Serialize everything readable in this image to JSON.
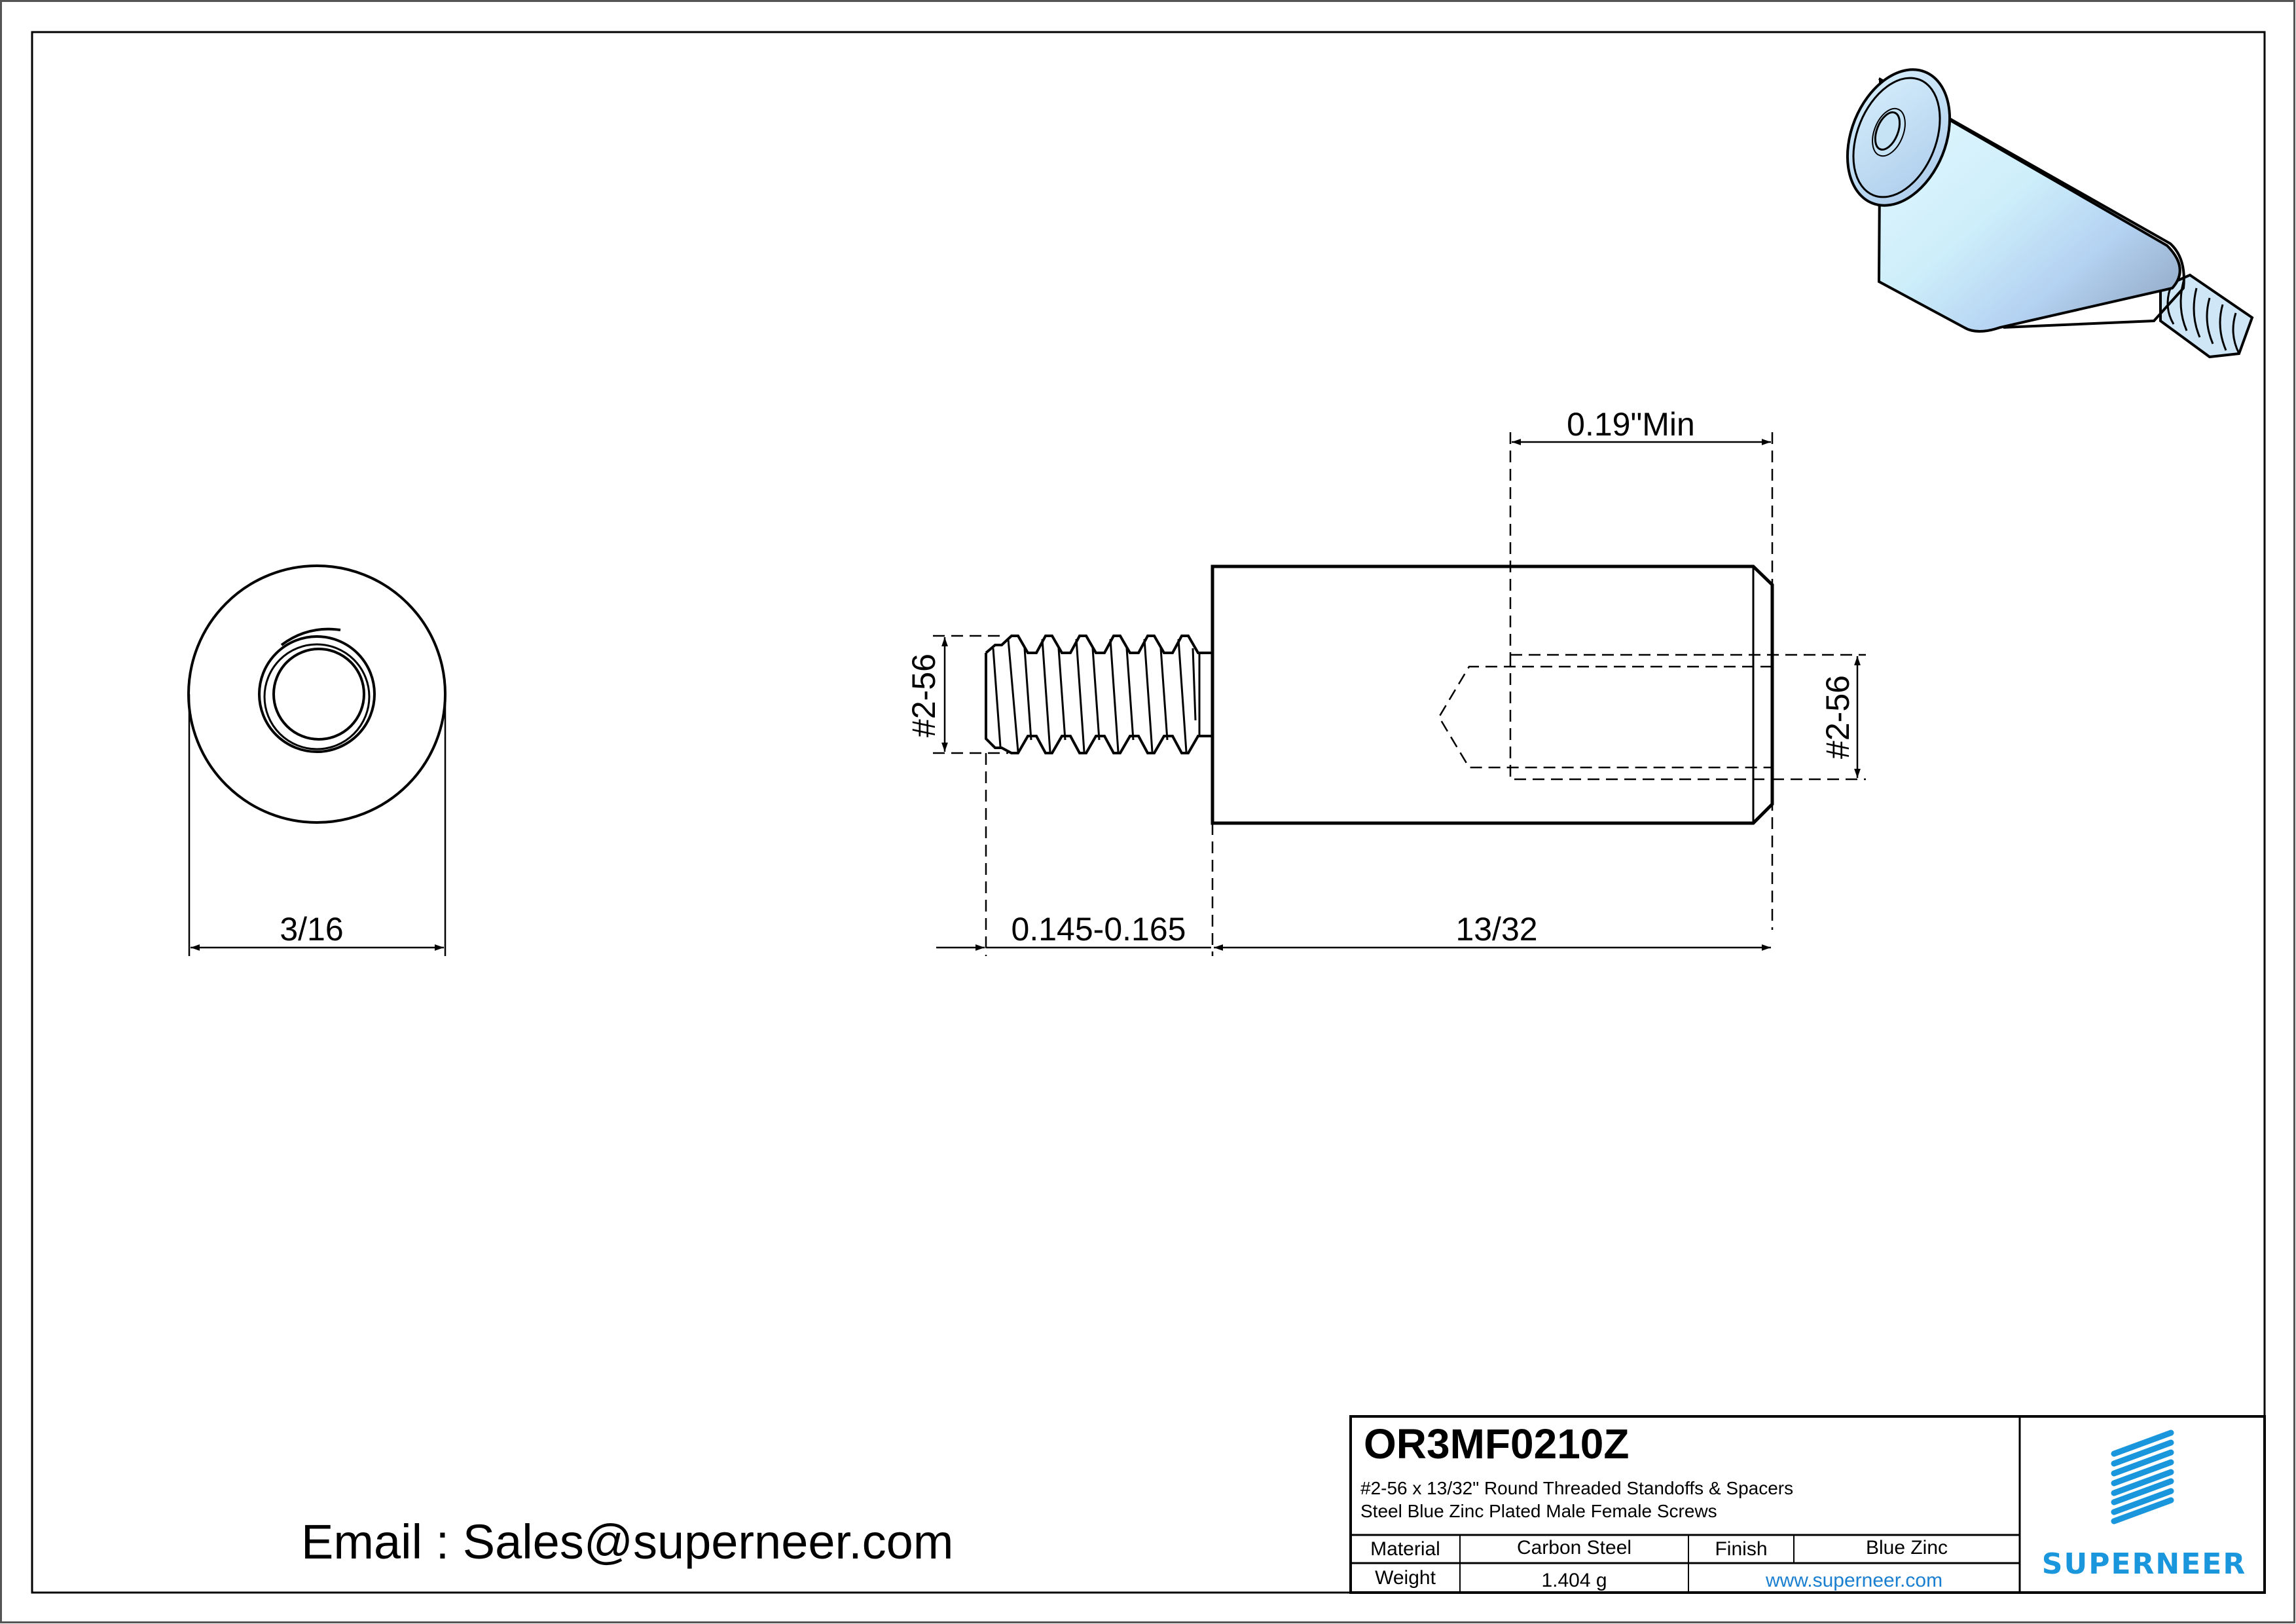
{
  "drawing": {
    "part_number": "OR3MF0210Z",
    "description_line1": "#2-56 x 13/32\"  Round Threaded Standoffs & Spacers",
    "description_line2": " Steel Blue Zinc Plated Male Female Screws"
  },
  "title_block": {
    "material_label": "Material",
    "material_value": "Carbon Steel",
    "finish_label": "Finish",
    "finish_value": "Blue Zinc",
    "weight_label": "Weight",
    "weight_value": "1.404 g",
    "website": "www.superneer.com"
  },
  "brand": {
    "name": "SUPERNEER",
    "color": "#1a96dc",
    "logo_icon": "diagonal-stripes-logo-icon"
  },
  "contact": {
    "email_line": "Email : Sales@superneer.com"
  },
  "dimensions": {
    "end_view_diameter": "3/16",
    "male_thread_length": "0.145-0.165",
    "body_length": "13/32",
    "female_thread_depth": "0.19\"Min",
    "male_thread_size": "#2-56",
    "female_thread_size": "#2-56"
  },
  "views": {
    "end_view": "front-end-circle-view",
    "side_view": "side-profile-view",
    "iso_view": "isometric-render-view"
  },
  "colors": {
    "line": "#000000",
    "part_shade_light": "#d8f2fb",
    "part_shade_mid": "#b9d6f4",
    "part_shade_dark": "#8aa2be"
  }
}
